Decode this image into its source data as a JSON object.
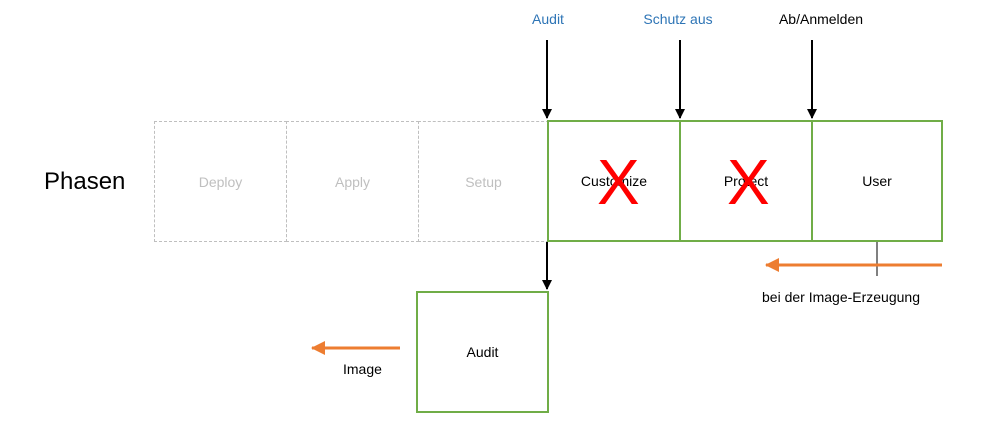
{
  "diagram": {
    "row_label": "Phasen",
    "phases": [
      {
        "label": "Deploy",
        "state": "inactive"
      },
      {
        "label": "Apply",
        "state": "inactive"
      },
      {
        "label": "Setup",
        "state": "inactive"
      },
      {
        "label": "Customize",
        "state": "disabled"
      },
      {
        "label": "Protect",
        "state": "disabled"
      },
      {
        "label": "User",
        "state": "active"
      }
    ],
    "markers": [
      {
        "label": "Audit",
        "color": "#2e75b6",
        "target_phase": "Customize"
      },
      {
        "label": "Schutz aus",
        "color": "#2e75b6",
        "target_phase": "Protect"
      },
      {
        "label": "Ab/Anmelden",
        "color": "#000000",
        "target_phase": "User"
      }
    ],
    "audit_box": {
      "label": "Audit"
    },
    "image_arrow": {
      "label": "Image"
    },
    "creation_arrow": {
      "label": "bei der Image-Erzeugung"
    },
    "disabled_mark": {
      "symbol": "X",
      "color": "#ff0000"
    },
    "colors": {
      "active_border": "#70ad47",
      "inactive_border": "#bfbfbf",
      "orange_arrow": "#ed7d31",
      "blue_label": "#2e75b6"
    }
  }
}
